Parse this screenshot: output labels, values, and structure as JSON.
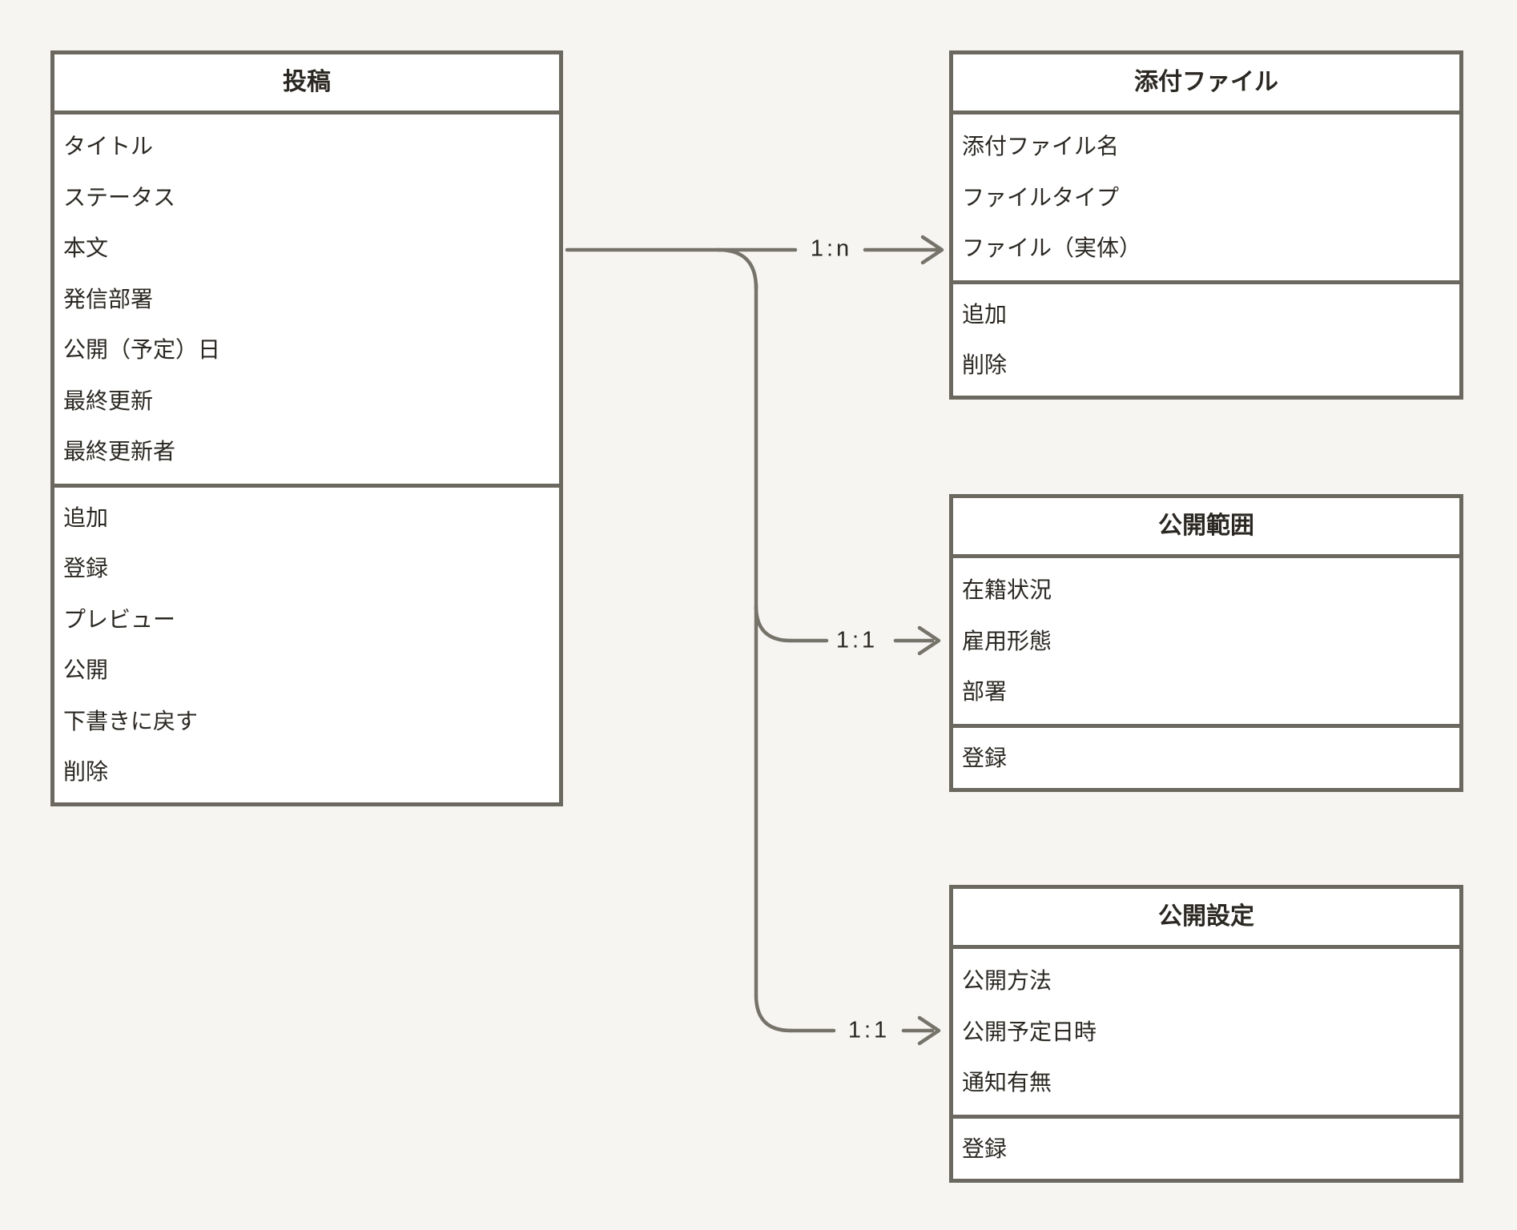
{
  "diagram": {
    "title": "er-class-diagram",
    "colors": {
      "background": "#f6f5f2",
      "box_fill": "#ffffff",
      "border": "#6b695f",
      "line": "#76736a",
      "text": "#2b2823"
    },
    "entities": [
      {
        "id": "post",
        "title": "投稿",
        "attributes": [
          "タイトル",
          "ステータス",
          "本文",
          "発信部署",
          "公開（予定）日",
          "最終更新",
          "最終更新者"
        ],
        "methods": [
          "追加",
          "登録",
          "プレビュー",
          "公開",
          "下書きに戻す",
          "削除"
        ]
      },
      {
        "id": "attachment",
        "title": "添付ファイル",
        "attributes": [
          "添付ファイル名",
          "ファイルタイプ",
          "ファイル（実体）"
        ],
        "methods": [
          "追加",
          "削除"
        ]
      },
      {
        "id": "scope",
        "title": "公開範囲",
        "attributes": [
          "在籍状況",
          "雇用形態",
          "部署"
        ],
        "methods": [
          "登録"
        ]
      },
      {
        "id": "settings",
        "title": "公開設定",
        "attributes": [
          "公開方法",
          "公開予定日時",
          "通知有無"
        ],
        "methods": [
          "登録"
        ]
      }
    ],
    "relations": [
      {
        "label": "1:n",
        "from": "投稿",
        "to": "添付ファイル"
      },
      {
        "label": "1:1",
        "from": "投稿",
        "to": "公開範囲"
      },
      {
        "label": "1:1",
        "from": "投稿",
        "to": "公開設定"
      }
    ]
  }
}
